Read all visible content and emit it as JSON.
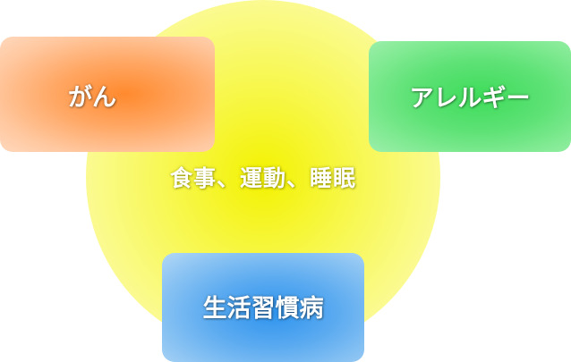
{
  "diagram": {
    "center_label": "食事、運動、睡眠",
    "boxes": {
      "cancer": "がん",
      "allergy": "アレルギー",
      "lifestyle_disease": "生活習慣病"
    }
  },
  "colors": {
    "circle": "#f3f200",
    "cancer": "#ff8a2e",
    "allergy": "#3edc5a",
    "lifestyle_disease": "#2f94ee"
  }
}
